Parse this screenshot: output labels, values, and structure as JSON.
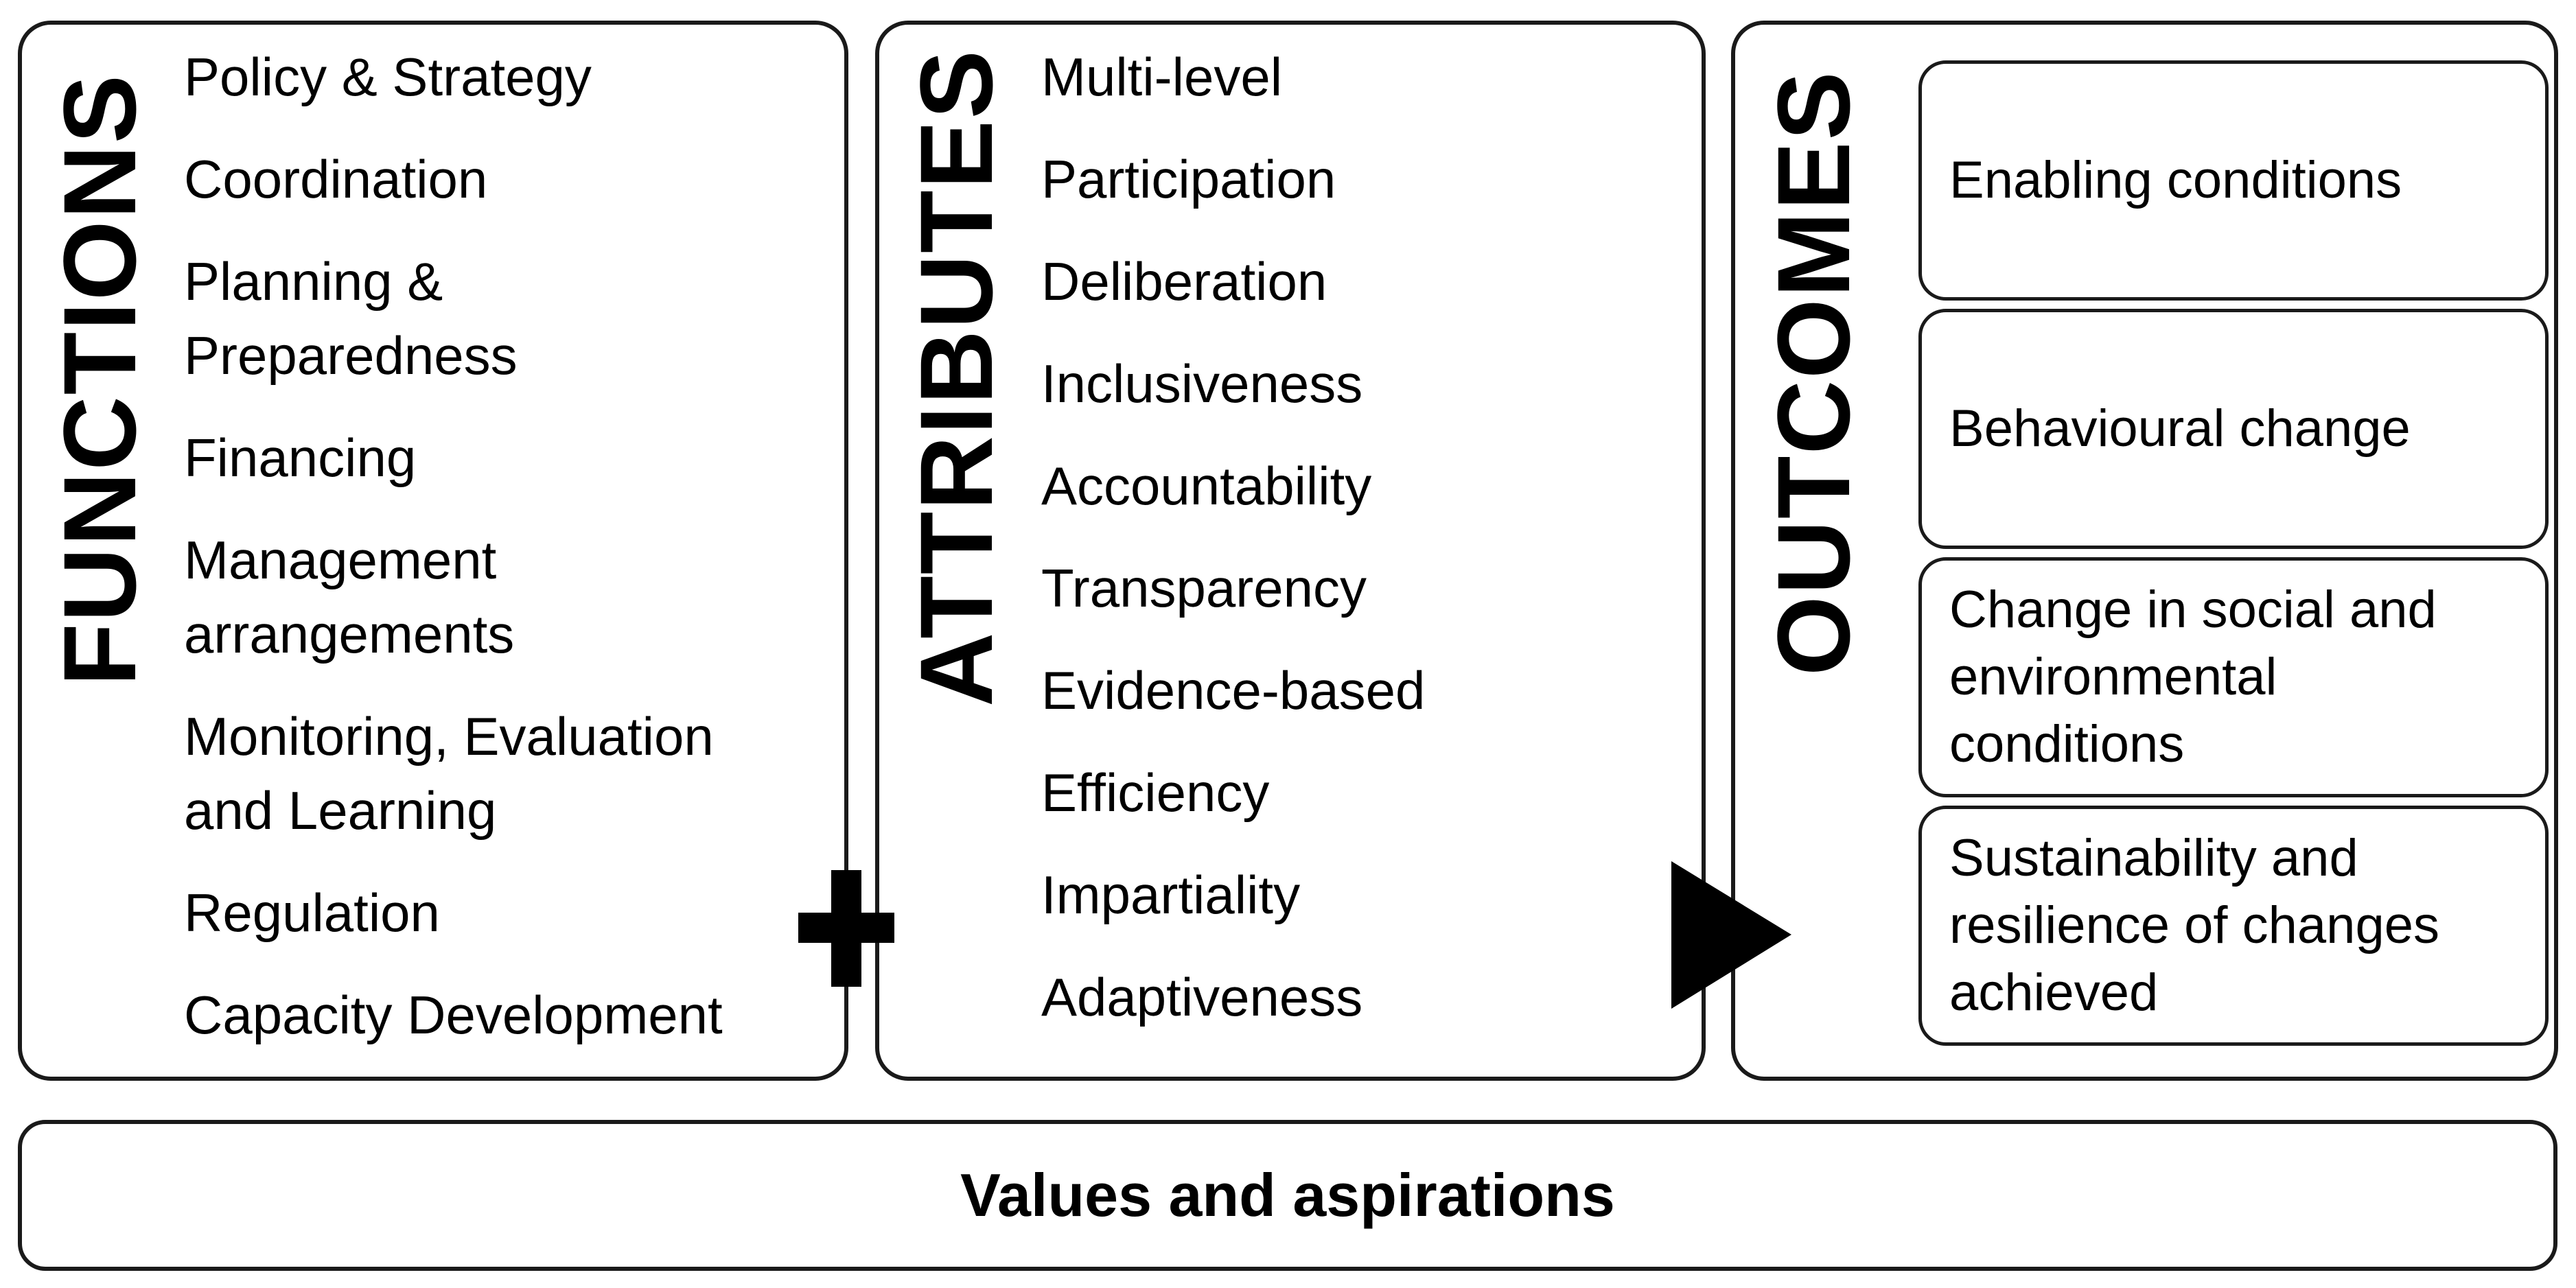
{
  "functions": {
    "title": "FUNCTIONS",
    "items": [
      "Policy & Strategy",
      "Coordination",
      "Planning & Preparedness",
      "Financing",
      "Management arrangements",
      "Monitoring, Evaluation and Learning",
      "Regulation",
      "Capacity Development"
    ]
  },
  "attributes": {
    "title": "ATTRIBUTES",
    "items": [
      "Multi-level",
      "Participation",
      "Deliberation",
      "Inclusiveness",
      "Accountability",
      "Transparency",
      "Evidence-based",
      "Efficiency",
      "Impartiality",
      "Adaptiveness"
    ]
  },
  "outcomes": {
    "title": "OUTCOMES",
    "items": [
      "Enabling conditions",
      "Behavioural change",
      "Change in social and environmental conditions",
      "Sustainability and resilience of changes achieved"
    ]
  },
  "footer": {
    "label": "Values and aspirations"
  },
  "icons": {
    "plus": "plus-icon",
    "arrow": "arrow-right-icon"
  }
}
